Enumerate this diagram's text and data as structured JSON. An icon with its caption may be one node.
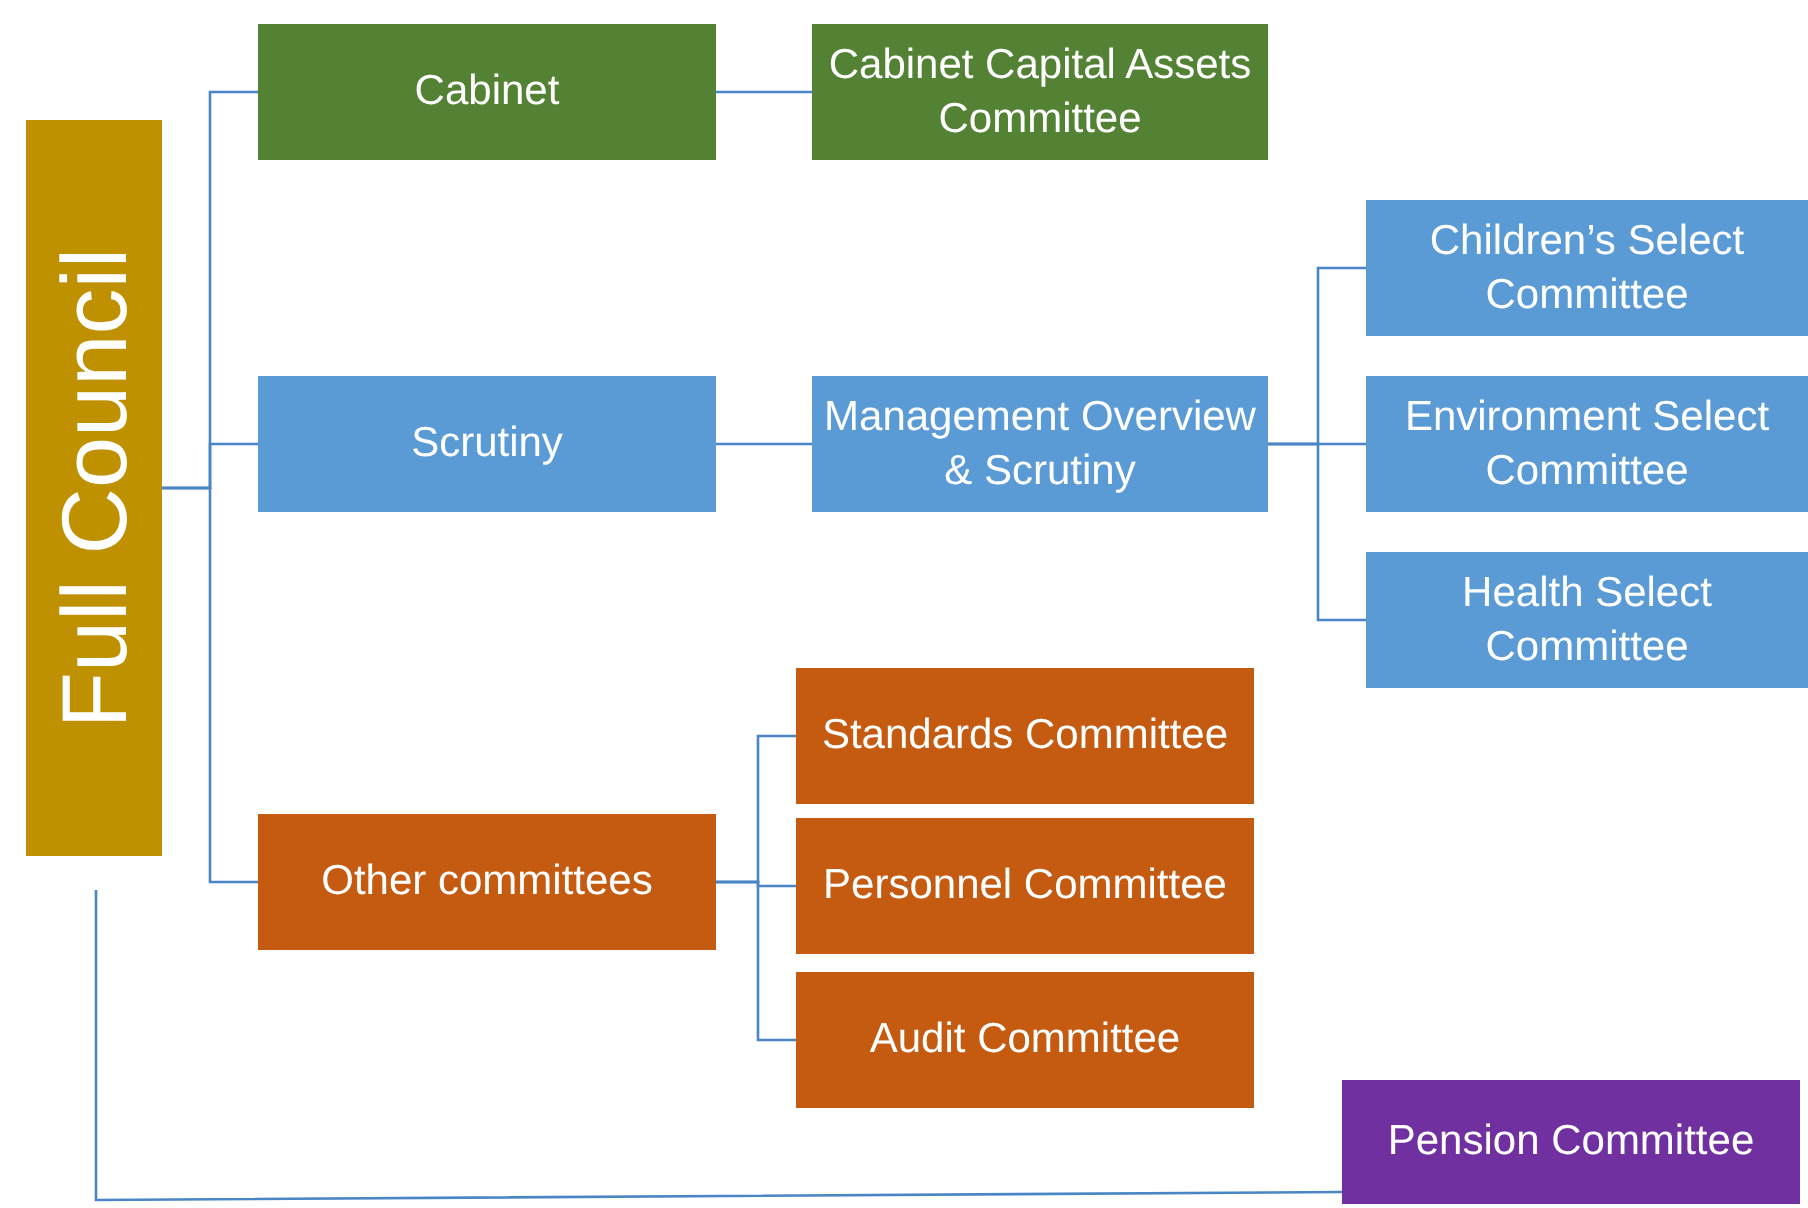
{
  "diagram": {
    "nodes": [
      {
        "text": [
          "Full Council"
        ]
      },
      {
        "text": [
          "Cabinet"
        ]
      },
      {
        "text": [
          "Cabinet Capital Assets Committee"
        ]
      },
      {
        "text": [
          "Scrutiny"
        ]
      },
      {
        "text": [
          "Management Overview & Scrutiny"
        ]
      },
      {
        "text": [
          "Children’s Select Committee"
        ]
      },
      {
        "text": [
          "Environment Select Committee"
        ]
      },
      {
        "text": [
          "Health Select Committee"
        ]
      },
      {
        "text": [
          "Other committees"
        ]
      },
      {
        "text": [
          "Standards Committee"
        ]
      },
      {
        "text": [
          "Personnel Committee"
        ]
      },
      {
        "text": [
          "Audit Committee"
        ]
      },
      {
        "text": [
          "Pension Committee"
        ]
      }
    ],
    "edges": [
      {
        "from": 0,
        "to": 1,
        "arrow": "none"
      },
      {
        "from": 0,
        "to": 3,
        "arrow": "none"
      },
      {
        "from": 0,
        "to": 8,
        "arrow": "none"
      },
      {
        "from": 1,
        "to": 2,
        "arrow": "none"
      },
      {
        "from": 3,
        "to": 4,
        "arrow": "none"
      },
      {
        "from": 4,
        "to": 5,
        "arrow": "none"
      },
      {
        "from": 4,
        "to": 6,
        "arrow": "none"
      },
      {
        "from": 4,
        "to": 7,
        "arrow": "none"
      },
      {
        "from": 8,
        "to": 9,
        "arrow": "none"
      },
      {
        "from": 8,
        "to": 10,
        "arrow": "none"
      },
      {
        "from": 8,
        "to": 11,
        "arrow": "none"
      },
      {
        "from": 0,
        "to": 12,
        "arrow": "none"
      }
    ]
  }
}
